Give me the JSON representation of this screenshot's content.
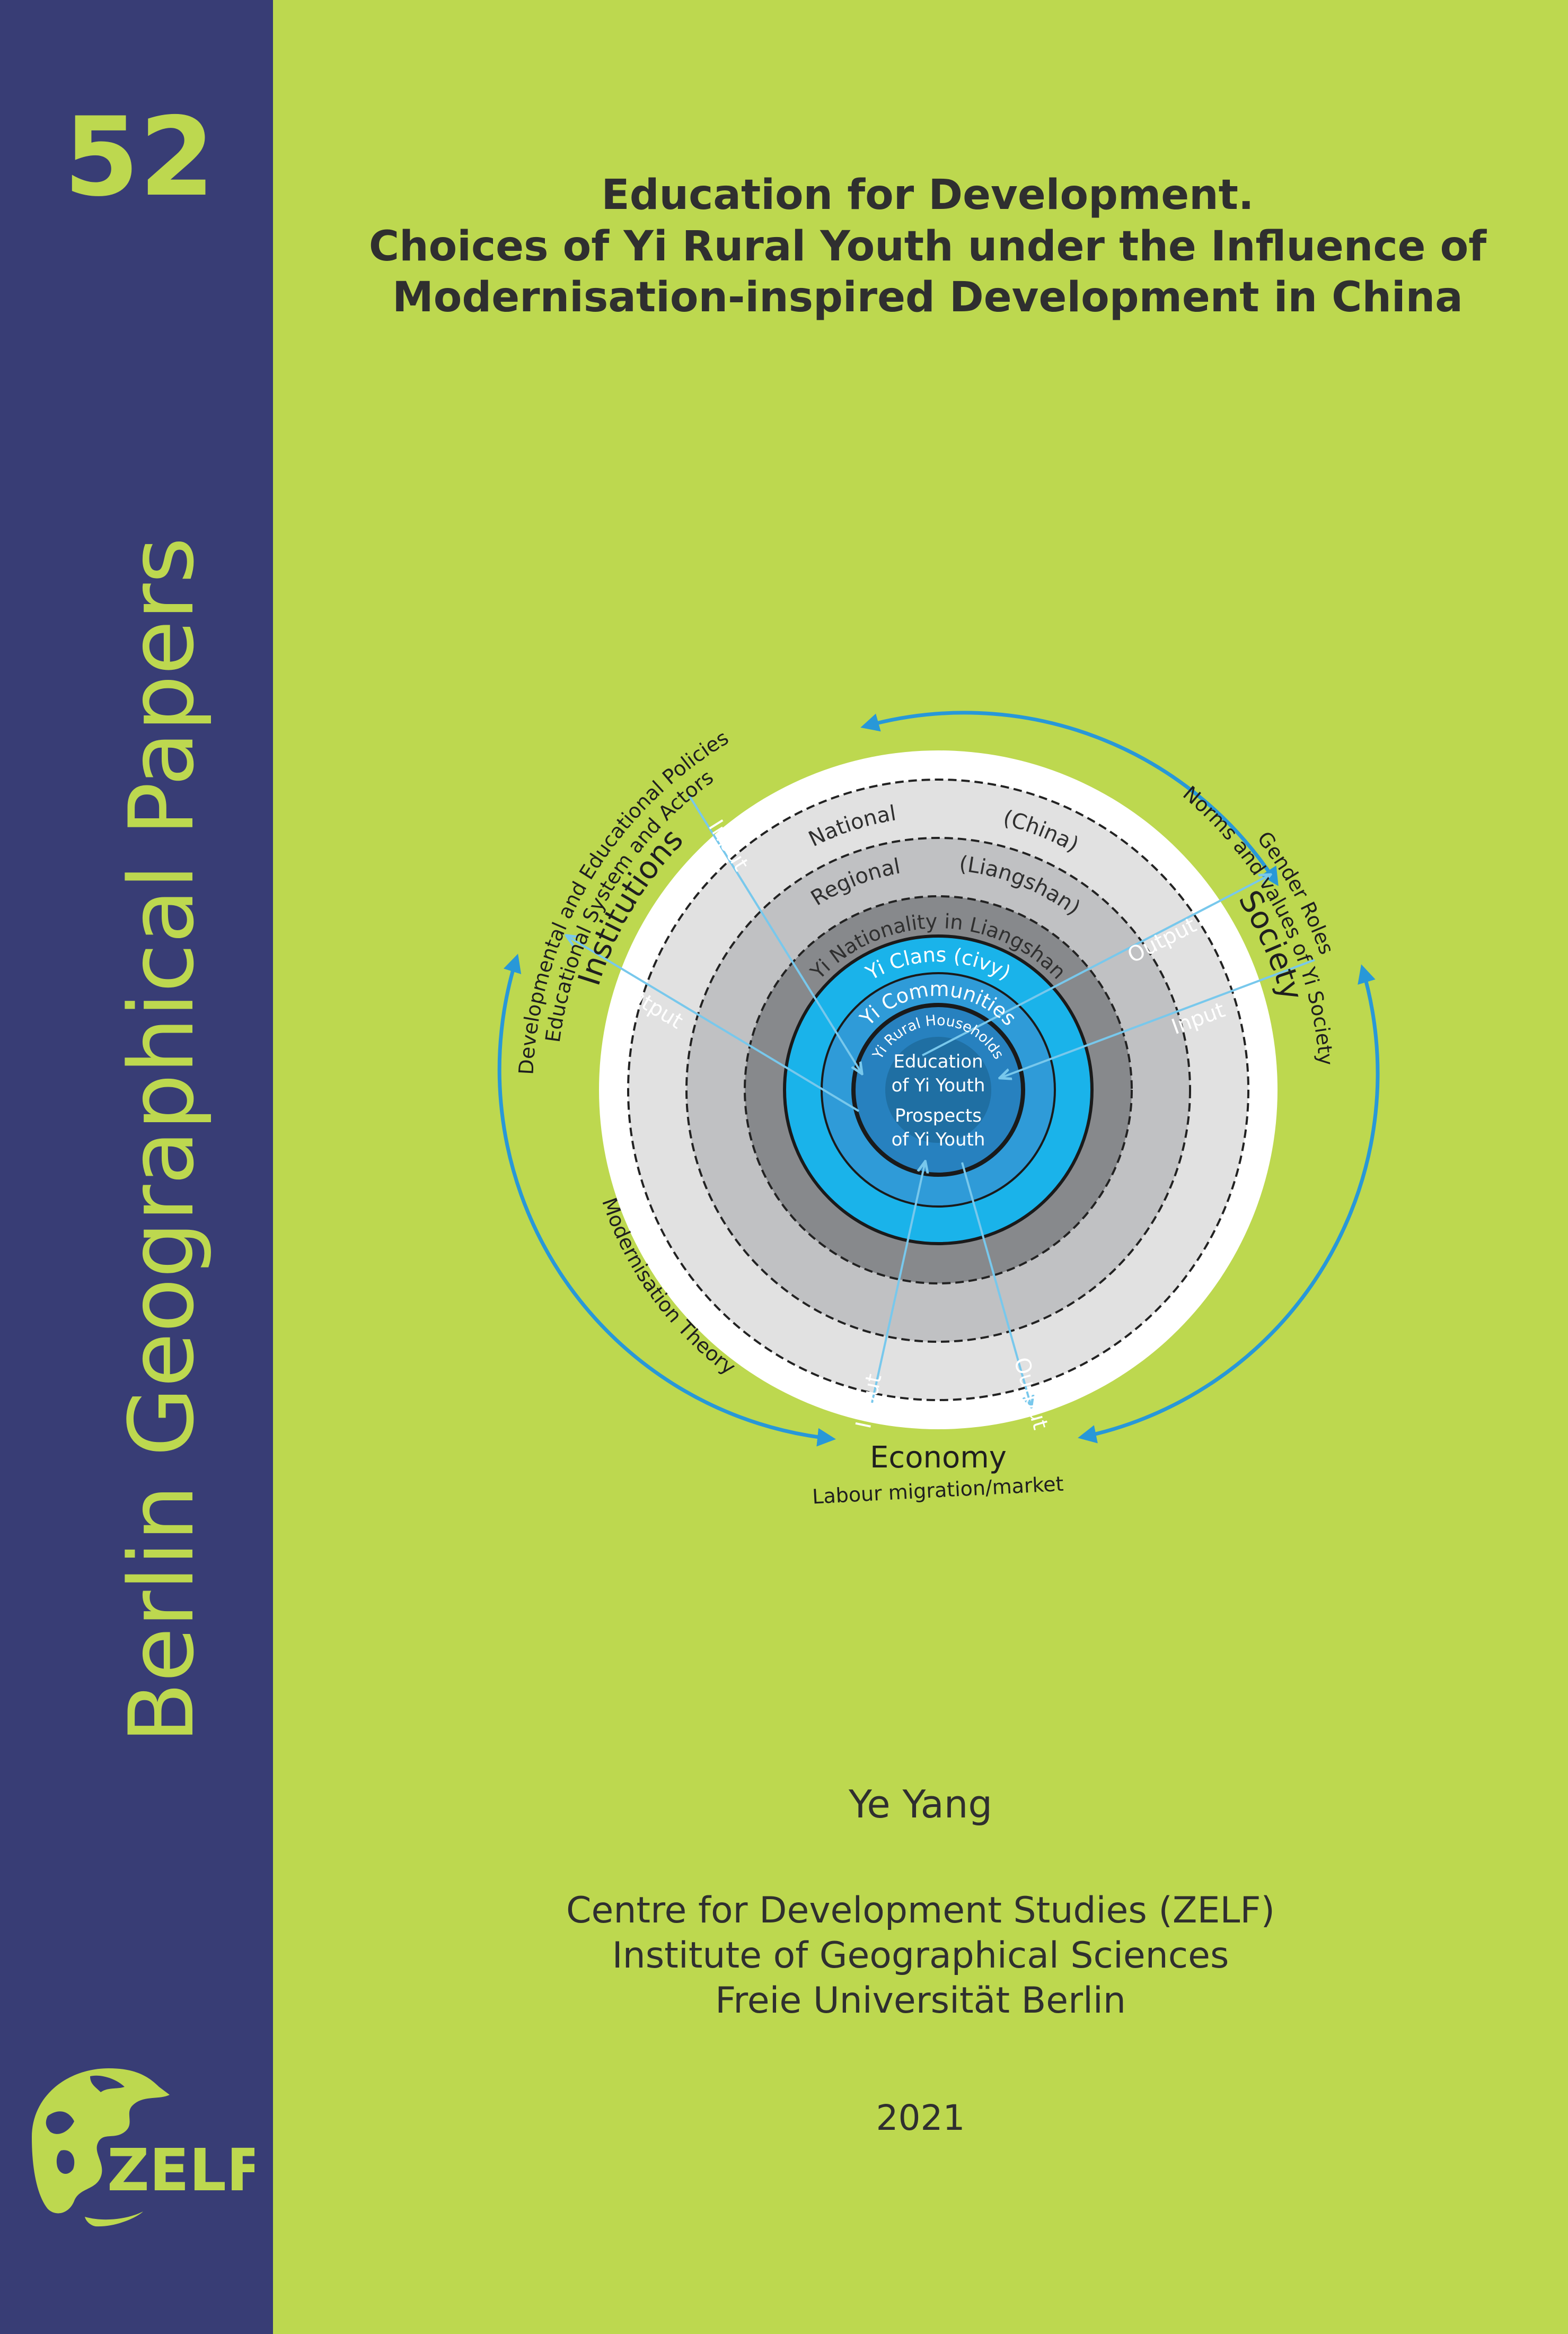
{
  "series": {
    "number": "52",
    "title": "Berlin Geographical Papers",
    "logo_text": "ZELF"
  },
  "title_lines": [
    "Education for Development.",
    "Choices of Yi Rural Youth under the Influence of",
    "Modernisation-inspired Development in China"
  ],
  "diagram": {
    "rings": {
      "national": "National",
      "china": "(China)",
      "regional": "Regional",
      "liangshan": "(Liangshan)",
      "yi_nationality": "Yi Nationality in Liangshan",
      "clans": "Yi Clans (civy)",
      "communities": "Yi Communities",
      "households": "Yi Rural Households"
    },
    "core": {
      "line1": "Education",
      "line2": "of Yi Youth",
      "line3": "Prospects",
      "line4": "of Yi Youth"
    },
    "flows": {
      "input": "Input",
      "output": "Output"
    },
    "outer": {
      "institutions": "Institutions",
      "institutions_sub1": "Educational System and Actors",
      "institutions_sub2": "Developmental and Educational Policies",
      "society": "Society",
      "society_sub1": "Norms and values of Yi Society",
      "society_sub2": "Gender Roles",
      "economy": "Economy",
      "economy_sub": "Labour migration/market",
      "modernisation": "Modernisation Theory"
    }
  },
  "author": "Ye Yang",
  "affiliation": [
    "Centre for Development Studies (ZELF)",
    "Institute of Geographical Sciences",
    "Freie Universität Berlin"
  ],
  "year": "2021",
  "colors": {
    "background": "#bdd84f",
    "sidebar": "#383d75",
    "cyan": "#1ab3ea",
    "blue_mid": "#2f9bd8",
    "blue_dark": "#1f6fa3",
    "arrow": "#2898d8"
  }
}
